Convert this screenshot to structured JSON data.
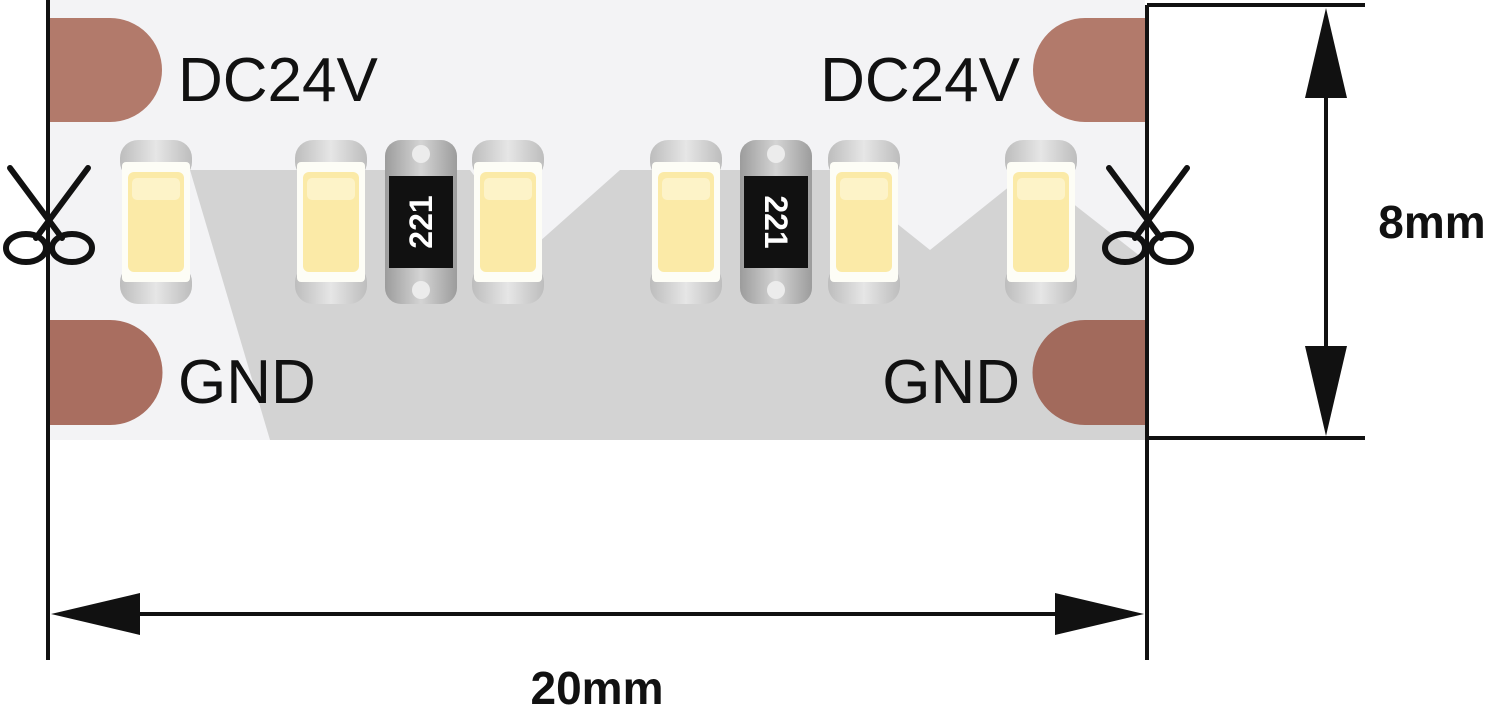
{
  "pads": {
    "top_left": "DC24V",
    "top_right": "DC24V",
    "bottom_left": "GND",
    "bottom_right": "GND"
  },
  "resistors": [
    "221",
    "221"
  ],
  "dimensions": {
    "width": "20mm",
    "height": "8mm"
  },
  "icons": {
    "cut_mark": "scissors-icon",
    "dimension_arrow": "arrow-icon"
  },
  "colors": {
    "strip": "#f3f3f5",
    "shadow": "#d2d2d2",
    "copper_pad": "#b27a6b",
    "led_emitter": "#fbeaa7",
    "led_cap": "#c9c9c9",
    "resistor_body": "#111111",
    "line": "#111111"
  }
}
